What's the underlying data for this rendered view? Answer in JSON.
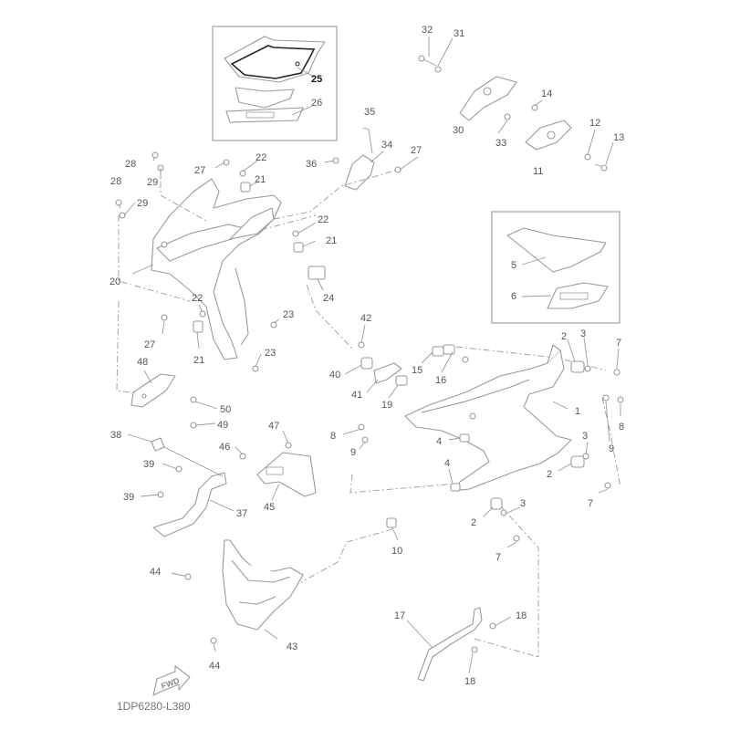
{
  "diagram": {
    "code": "1DP6280-L380",
    "fwd_label": "FWD",
    "callouts": [
      {
        "id": "c32",
        "text": "32"
      },
      {
        "id": "c31",
        "text": "31"
      },
      {
        "id": "c25",
        "text": "25"
      },
      {
        "id": "c26",
        "text": "26"
      },
      {
        "id": "c14",
        "text": "14"
      },
      {
        "id": "c35",
        "text": "35"
      },
      {
        "id": "c12",
        "text": "12"
      },
      {
        "id": "c13",
        "text": "13"
      },
      {
        "id": "c30",
        "text": "30"
      },
      {
        "id": "c33",
        "text": "33"
      },
      {
        "id": "c34",
        "text": "34"
      },
      {
        "id": "c27a",
        "text": "27"
      },
      {
        "id": "c22a",
        "text": "22"
      },
      {
        "id": "c28a",
        "text": "28"
      },
      {
        "id": "c27b",
        "text": "27"
      },
      {
        "id": "c36",
        "text": "36"
      },
      {
        "id": "c29a",
        "text": "29"
      },
      {
        "id": "c21a",
        "text": "21"
      },
      {
        "id": "c11",
        "text": "11"
      },
      {
        "id": "c28b",
        "text": "28"
      },
      {
        "id": "c29b",
        "text": "29"
      },
      {
        "id": "c22b",
        "text": "22"
      },
      {
        "id": "c21b",
        "text": "21"
      },
      {
        "id": "c5",
        "text": "5"
      },
      {
        "id": "c20",
        "text": "20"
      },
      {
        "id": "c24",
        "text": "24"
      },
      {
        "id": "c6",
        "text": "6"
      },
      {
        "id": "c22c",
        "text": "22"
      },
      {
        "id": "c23a",
        "text": "23"
      },
      {
        "id": "c42",
        "text": "42"
      },
      {
        "id": "c27c",
        "text": "27"
      },
      {
        "id": "c2a",
        "text": "2"
      },
      {
        "id": "c3a",
        "text": "3"
      },
      {
        "id": "c7a",
        "text": "7"
      },
      {
        "id": "c21c",
        "text": "21"
      },
      {
        "id": "c23b",
        "text": "23"
      },
      {
        "id": "c48",
        "text": "48"
      },
      {
        "id": "c15",
        "text": "15"
      },
      {
        "id": "c40",
        "text": "40"
      },
      {
        "id": "c16",
        "text": "16"
      },
      {
        "id": "c41",
        "text": "41"
      },
      {
        "id": "c19",
        "text": "19"
      },
      {
        "id": "c1",
        "text": "1"
      },
      {
        "id": "c50",
        "text": "50"
      },
      {
        "id": "c8a",
        "text": "8"
      },
      {
        "id": "c49",
        "text": "49"
      },
      {
        "id": "c47",
        "text": "47"
      },
      {
        "id": "c38",
        "text": "38"
      },
      {
        "id": "c8b",
        "text": "8"
      },
      {
        "id": "c3b",
        "text": "3"
      },
      {
        "id": "c4a",
        "text": "4"
      },
      {
        "id": "c9a",
        "text": "9"
      },
      {
        "id": "c46",
        "text": "46"
      },
      {
        "id": "c9b",
        "text": "9"
      },
      {
        "id": "c39a",
        "text": "39"
      },
      {
        "id": "c4b",
        "text": "4"
      },
      {
        "id": "c2b",
        "text": "2"
      },
      {
        "id": "c39b",
        "text": "39"
      },
      {
        "id": "c45",
        "text": "45"
      },
      {
        "id": "c37",
        "text": "37"
      },
      {
        "id": "c3c",
        "text": "3"
      },
      {
        "id": "c7b",
        "text": "7"
      },
      {
        "id": "c2c",
        "text": "2"
      },
      {
        "id": "c10",
        "text": "10"
      },
      {
        "id": "c7c",
        "text": "7"
      },
      {
        "id": "c44a",
        "text": "44"
      },
      {
        "id": "c17",
        "text": "17"
      },
      {
        "id": "c18a",
        "text": "18"
      },
      {
        "id": "c43",
        "text": "43"
      },
      {
        "id": "c44b",
        "text": "44"
      },
      {
        "id": "c18b",
        "text": "18"
      }
    ]
  },
  "colors": {
    "line": "#9a9a9a",
    "highlight": "#222222",
    "background": "#ffffff"
  }
}
